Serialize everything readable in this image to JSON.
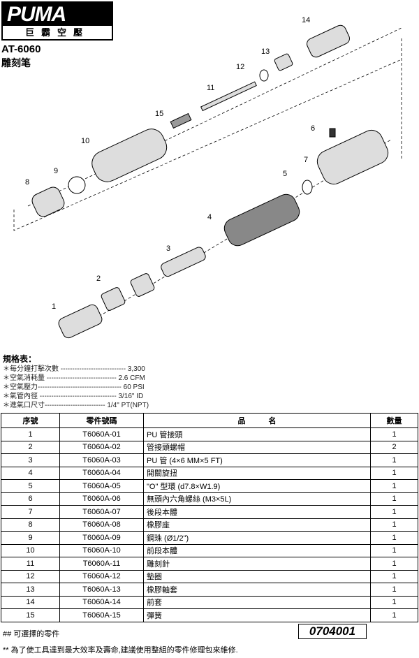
{
  "brand": {
    "name": "PUMA",
    "subtitle": "巨霸空壓"
  },
  "model": "AT-6060",
  "title": "雕刻笔",
  "diagram": {
    "labels": [
      "1",
      "2",
      "3",
      "4",
      "5",
      "6",
      "7",
      "8",
      "9",
      "10",
      "11",
      "12",
      "13",
      "14",
      "15"
    ]
  },
  "specs": {
    "heading": "規格表：",
    "items": [
      "＊每分鐘打擊次數 ---------------------------- 3,300",
      "＊空氣消耗量 ------------------------------ 2.6 CFM",
      "＊空氣壓力------------------------------------ 60 PSI",
      "＊氣管內徑 --------------------------------- 3/16\" ID",
      "＊進氣口尺寸-------------------------- 1/4\" PT(NPT)"
    ]
  },
  "table": {
    "headers": [
      "序號",
      "零件號碼",
      "品　　　名",
      "數量"
    ],
    "rows": [
      [
        "1",
        "T6060A-01",
        "PU 管接頭",
        "1"
      ],
      [
        "2",
        "T6060A-02",
        "管接頭螺帽",
        "2"
      ],
      [
        "3",
        "T6060A-03",
        "PU 管 (4×6 MM×5 FT)",
        "1"
      ],
      [
        "4",
        "T6060A-04",
        "開關旋扭",
        "1"
      ],
      [
        "5",
        "T6060A-05",
        "\"O\" 型環 (d7.8×W1.9)",
        "1"
      ],
      [
        "6",
        "T6060A-06",
        "無頭內六角螺絲 (M3×5L)",
        "1"
      ],
      [
        "7",
        "T6060A-07",
        "後段本體",
        "1"
      ],
      [
        "8",
        "T6060A-08",
        "橡膠座",
        "1"
      ],
      [
        "9",
        "T6060A-09",
        "鋼珠 (Ø1/2\")",
        "1"
      ],
      [
        "10",
        "T6060A-10",
        "前段本體",
        "1"
      ],
      [
        "11",
        "T6060A-11",
        "雕刻針",
        "1"
      ],
      [
        "12",
        "T6060A-12",
        "墊圈",
        "1"
      ],
      [
        "13",
        "T6060A-13",
        "橡膠軸套",
        "1"
      ],
      [
        "14",
        "T6060A-14",
        "前套",
        "1"
      ],
      [
        "15",
        "T6060A-15",
        "彈簧",
        "1"
      ]
    ]
  },
  "footer": {
    "optional": "## 可選擇的零件",
    "code": "0704001",
    "note": "** 為了使工具達到最大效率及壽命,建議使用整組的零件修理包來維修."
  }
}
